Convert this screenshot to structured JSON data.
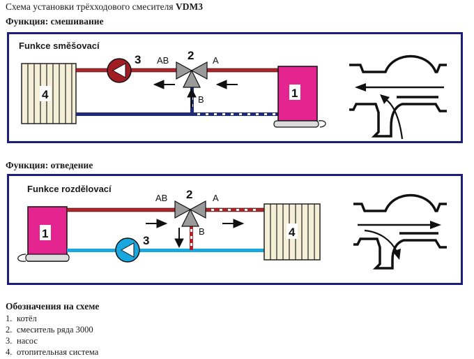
{
  "title": {
    "text": "Схема установки трёхходового смесителя",
    "model": "VDM3"
  },
  "sections": [
    {
      "label": "Функция: смешивание",
      "caption": "Funkce směšovací"
    },
    {
      "label": "Функция: отведение",
      "caption": "Funkce rozdělovací"
    }
  ],
  "diagram_labels": {
    "port_ab": "AB",
    "port_a": "A",
    "port_b": "B",
    "boiler": "1",
    "mixer": "2",
    "pump": "3",
    "heating": "4"
  },
  "legend": {
    "title": "Обозначения на схеме",
    "items": [
      {
        "num": "1.",
        "text": "котёл"
      },
      {
        "num": "2.",
        "text": "смеситель ряда 3000"
      },
      {
        "num": "3.",
        "text": "насос"
      },
      {
        "num": "4.",
        "text": "отопительная система"
      }
    ]
  },
  "colors": {
    "frame": "#1c1e7e",
    "hot_pipe": "#b2232a",
    "cold_pipe": "#1f2b7a",
    "pump_mix": "#a11d23",
    "pump_div": "#18a7de",
    "boiler": "#e4258f",
    "valve": "#9a9a9a",
    "radiator": "#f5efd8"
  }
}
